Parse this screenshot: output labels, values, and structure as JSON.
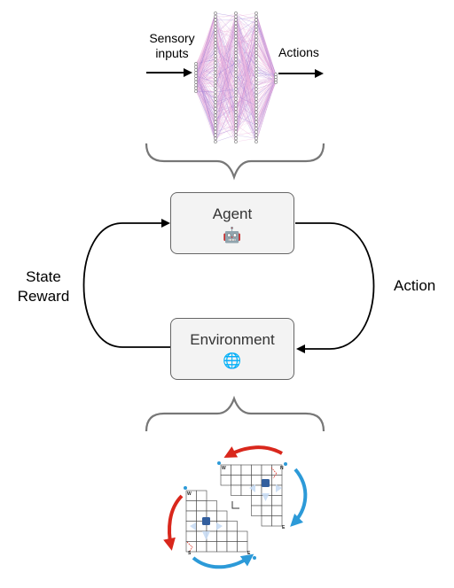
{
  "network": {
    "input_label_line1": "Sensory",
    "input_label_line2": "inputs",
    "output_label": "Actions"
  },
  "loop": {
    "left_label_line1": "State",
    "left_label_line2": "Reward",
    "right_label": "Action"
  },
  "agent": {
    "title": "Agent",
    "icon": "robot-icon",
    "glyph": "🤖"
  },
  "environment": {
    "title": "Environment",
    "icon": "globe-icon",
    "glyph": "🌐"
  },
  "gridworld": {
    "cell_labels": [
      "W",
      "W",
      "N",
      "E",
      "E",
      "S"
    ]
  },
  "colors": {
    "neuron_edge_pink": "#e9a6d6",
    "neuron_edge_purple": "#9c7fd6",
    "arrow_red": "#d9271c",
    "arrow_blue": "#2c9ad8",
    "box_fill": "#f3f3f3",
    "box_stroke": "#666666"
  }
}
